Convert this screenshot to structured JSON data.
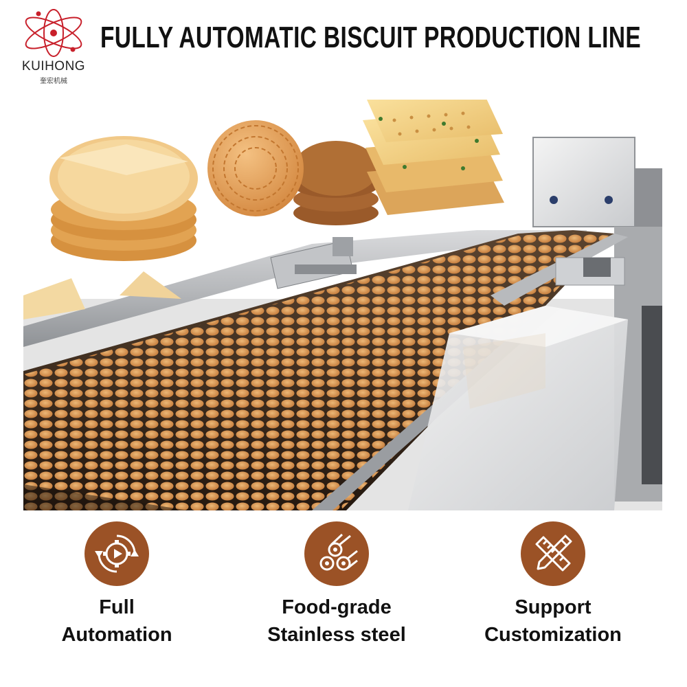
{
  "header": {
    "logo_text": "KUIHONG",
    "logo_subtext": "奎宏机械",
    "title": "FULLY AUTOMATIC BISCUIT PRODUCTION LINE"
  },
  "features": [
    {
      "line1": "Full",
      "line2": "Automation",
      "icon": "gear-automation-icon"
    },
    {
      "line1": "Food-grade",
      "line2": "Stainless steel",
      "icon": "steel-pipes-icon"
    },
    {
      "line1": "Support",
      "line2": "Customization",
      "icon": "pencil-ruler-icon"
    }
  ],
  "colors": {
    "icon_circle": "#9b5226",
    "logo_red": "#c8202b",
    "biscuit": "#d89552",
    "belt": "#3a2a1c"
  }
}
